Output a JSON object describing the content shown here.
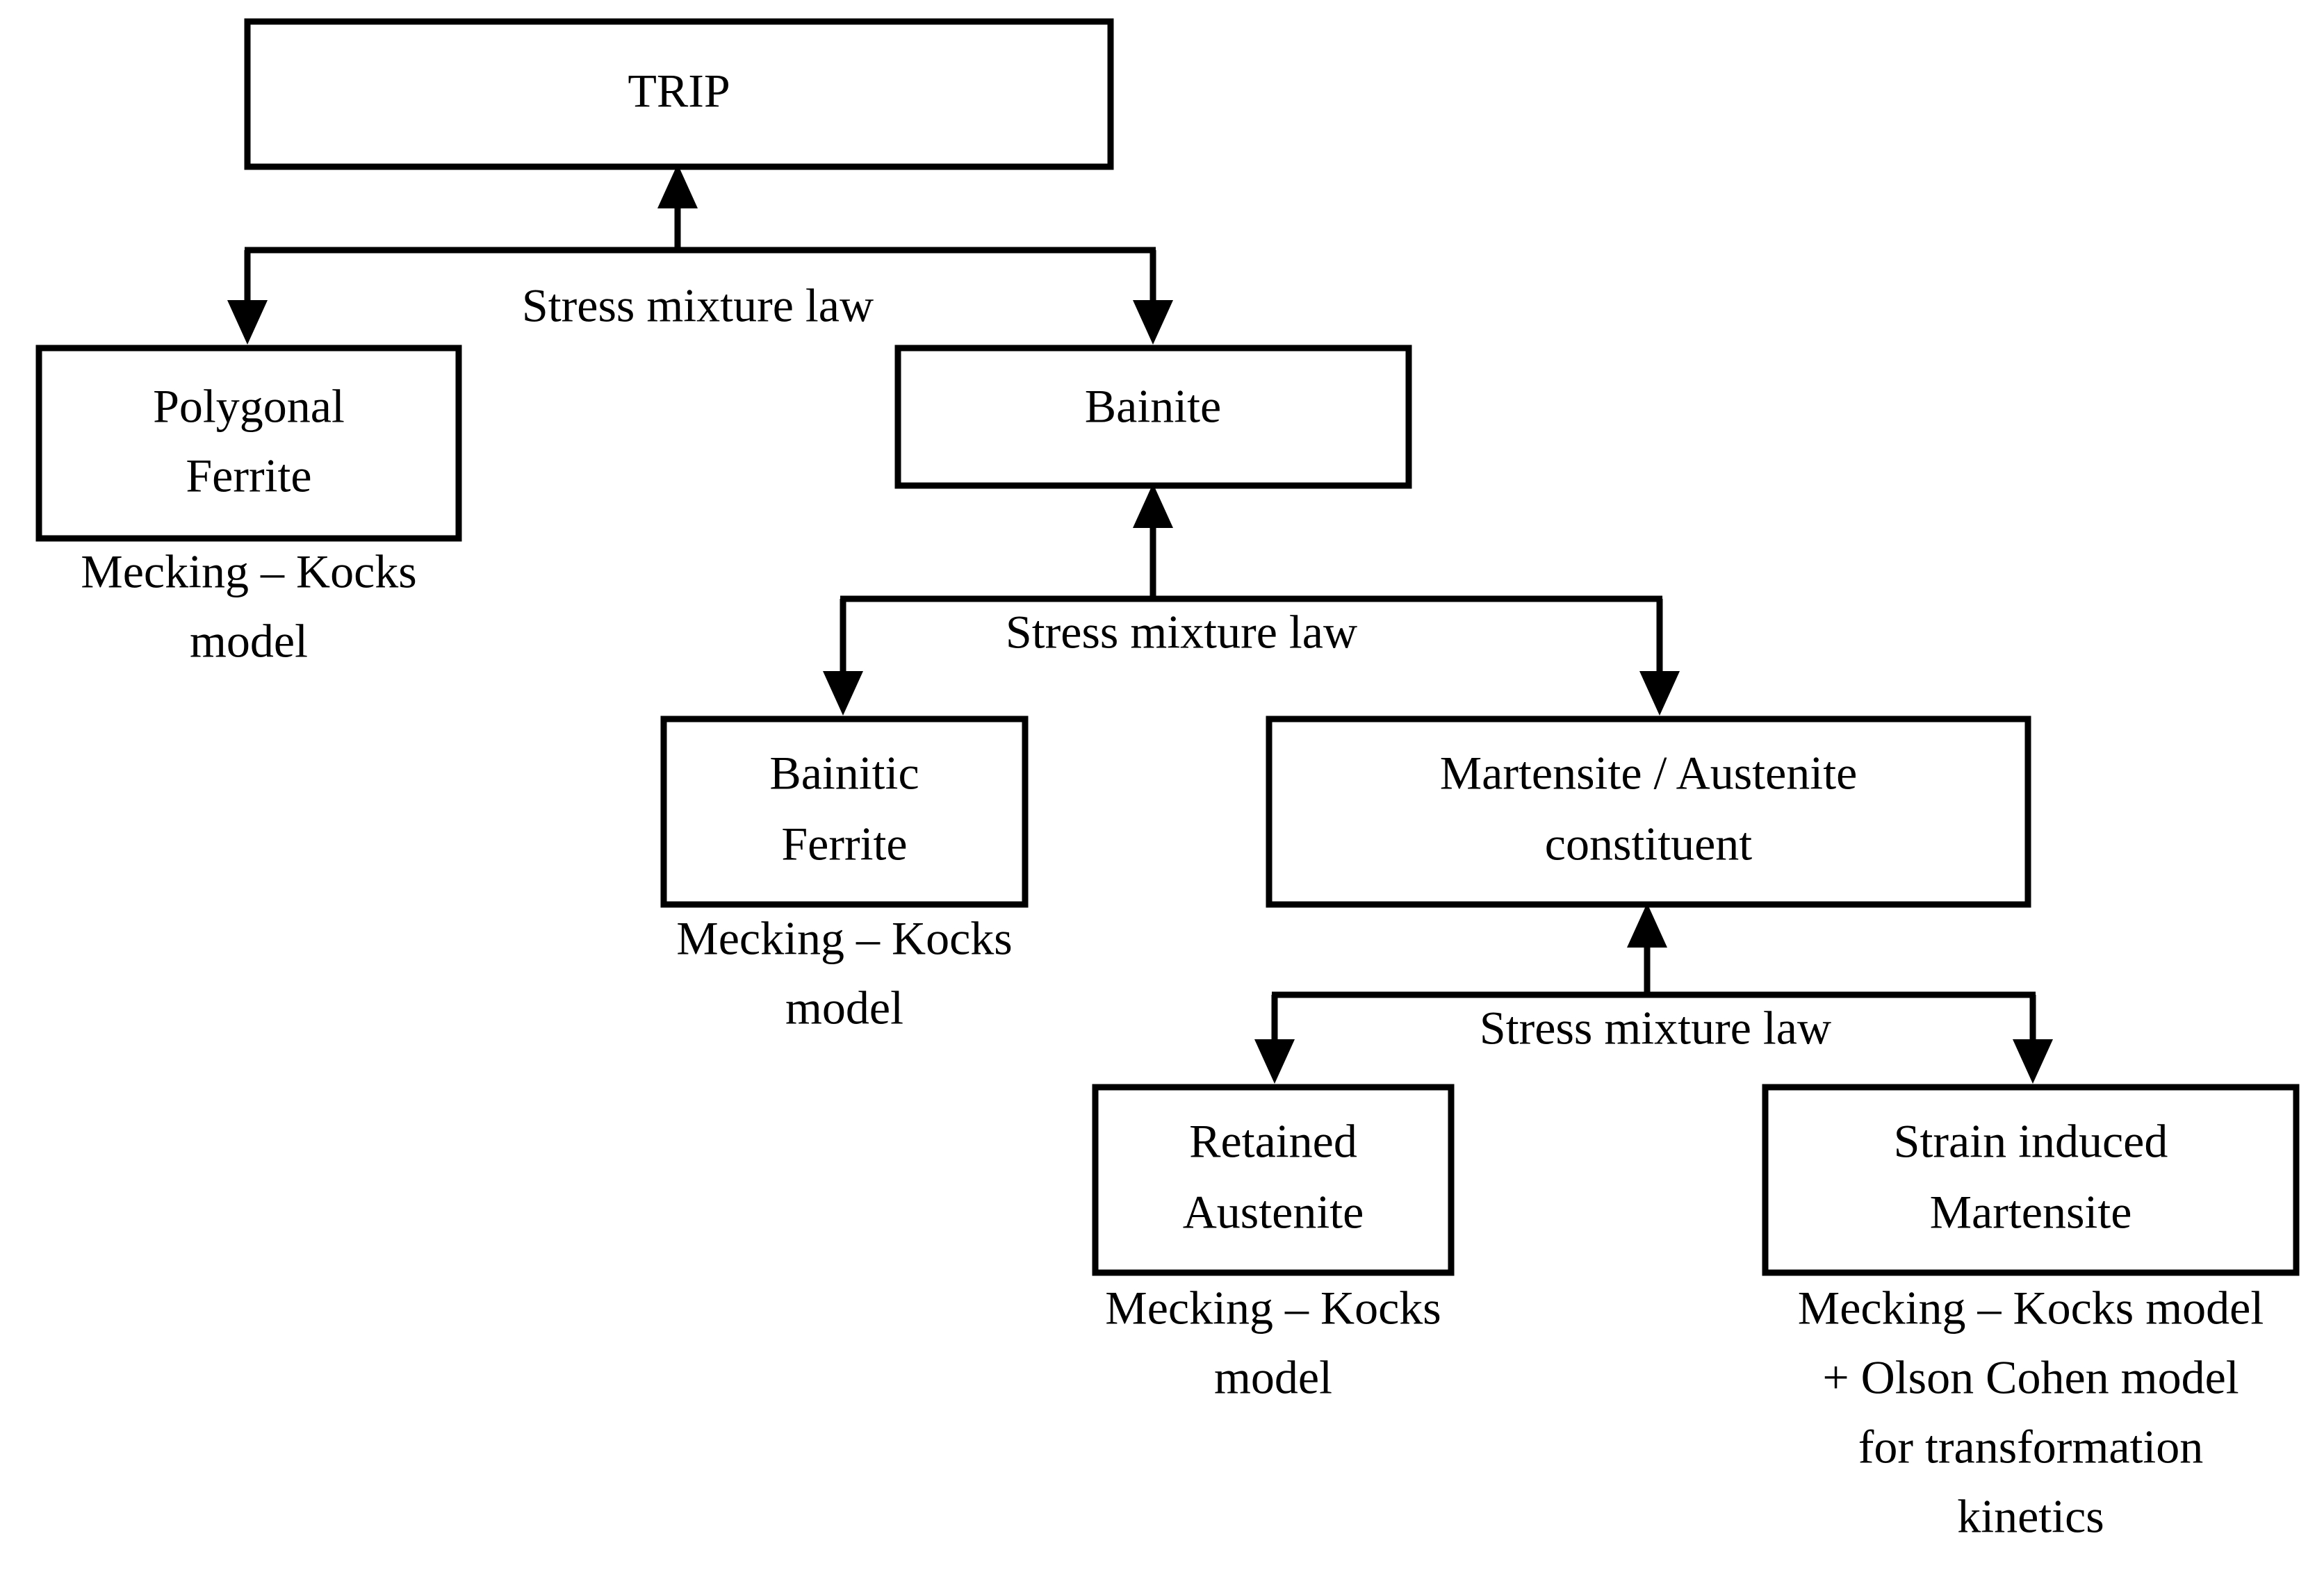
{
  "diagram": {
    "title": "TRIP steel multi-phase constitutive model hierarchy",
    "colors": {
      "background": "#ffffff",
      "stroke": "#000000",
      "text": "#000000"
    },
    "nodes": [
      {
        "id": "trip",
        "label": "TRIP",
        "lines": [
          "TRIP"
        ],
        "note": null
      },
      {
        "id": "polygonal-ferrite",
        "label": "Polygonal Ferrite",
        "lines": [
          "Polygonal",
          "Ferrite"
        ],
        "note": [
          "Mecking – Kocks",
          "model"
        ]
      },
      {
        "id": "bainite",
        "label": "Bainite",
        "lines": [
          "Bainite"
        ],
        "note": null
      },
      {
        "id": "bainitic-ferrite",
        "label": "Bainitic Ferrite",
        "lines": [
          "Bainitic",
          "Ferrite"
        ],
        "note": [
          "Mecking – Kocks",
          "model"
        ]
      },
      {
        "id": "martensite-austenite-constituent",
        "label": "Martensite / Austenite constituent",
        "lines": [
          "Martensite / Austenite",
          "constituent"
        ],
        "note": null
      },
      {
        "id": "retained-austenite",
        "label": "Retained Austenite",
        "lines": [
          "Retained",
          "Austenite"
        ],
        "note": [
          "Mecking – Kocks",
          "model"
        ]
      },
      {
        "id": "strain-induced-martensite",
        "label": "Strain induced Martensite",
        "lines": [
          "Strain induced",
          "Martensite"
        ],
        "note": [
          "Mecking – Kocks model",
          "+ Olson Cohen model",
          "for transformation",
          "kinetics"
        ]
      }
    ],
    "edge_labels": [
      {
        "id": "edge-label-level-1",
        "text": "Stress mixture law"
      },
      {
        "id": "edge-label-level-2",
        "text": "Stress mixture law"
      },
      {
        "id": "edge-label-level-3",
        "text": "Stress mixture law"
      }
    ]
  }
}
